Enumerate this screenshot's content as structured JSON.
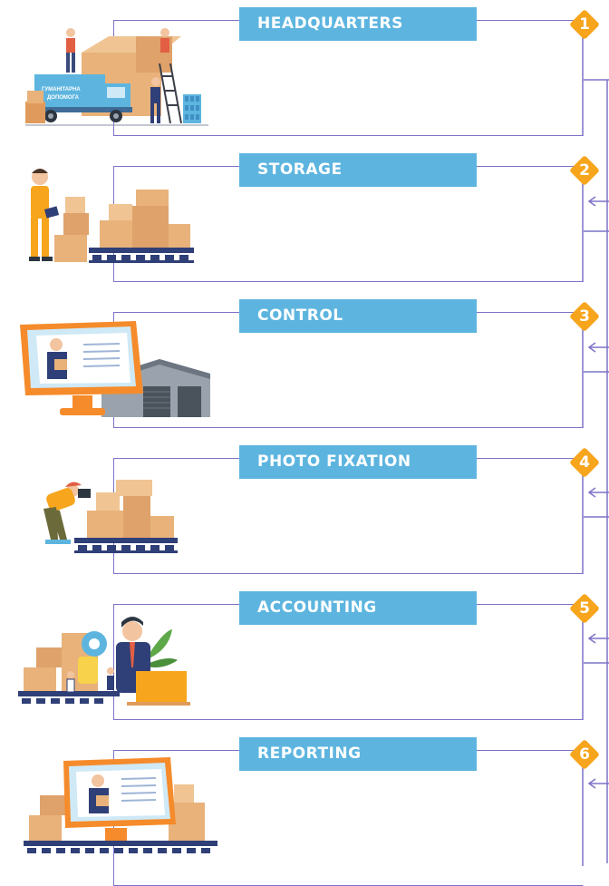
{
  "steps": [
    {
      "number": "1",
      "title": "HEADQUARTERS",
      "illustration": "aid-truck-loading-boxes",
      "truck_text_1": "ГУМАНІТАРНА",
      "truck_text_2": "ДОПОМОГА"
    },
    {
      "number": "2",
      "title": "STORAGE",
      "illustration": "worker-with-clipboard-and-pallets"
    },
    {
      "number": "3",
      "title": "CONTROL",
      "illustration": "monitor-and-warehouse"
    },
    {
      "number": "4",
      "title": "PHOTO FIXATION",
      "illustration": "photographer-and-pallet"
    },
    {
      "number": "5",
      "title": "ACCOUNTING",
      "illustration": "accountant-with-laptop"
    },
    {
      "number": "6",
      "title": "REPORTING",
      "illustration": "monitor-with-boxes"
    }
  ],
  "colors": {
    "title_bar": "#5db5df",
    "badge": "#f7a51c",
    "connector": "#7c73c9",
    "box": "#e8b27a",
    "orange": "#f58b2b"
  }
}
